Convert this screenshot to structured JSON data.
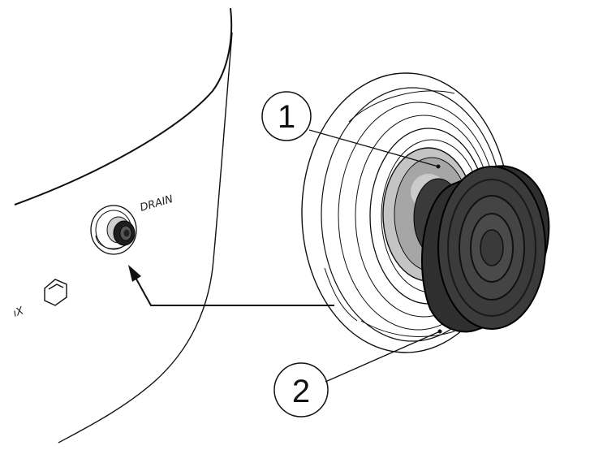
{
  "figure": {
    "callouts": [
      {
        "number": "1"
      },
      {
        "number": "2"
      }
    ],
    "panel_label_main": "DRAIN",
    "panel_label_side": "ıX"
  },
  "colors": {
    "line": "#111111",
    "outer_seal_fill": "#ffffff",
    "inner_seal_fill": "#a9a9a9",
    "inner_seal_light": "#d6d6d6",
    "cap_fill": "#3b3b3b",
    "cap_face": "#4a4a4a",
    "cap_rim": "#222222"
  },
  "icons": {
    "arrow": "arrow-to-drain-icon",
    "drain_plug": "drain-plug-icon"
  }
}
